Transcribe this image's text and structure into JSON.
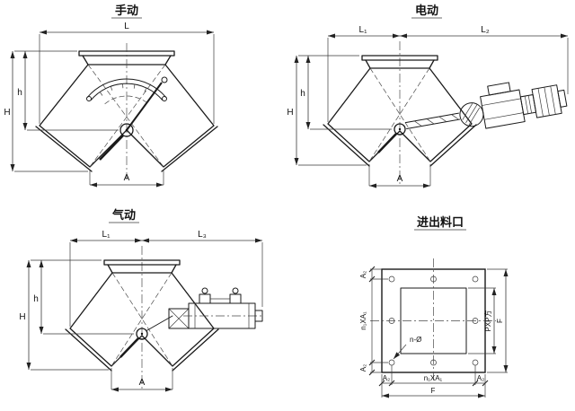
{
  "sheet": {
    "background": "#ffffff",
    "line_color": "#1a1a1a"
  },
  "manual": {
    "title": "手动",
    "dim_L": "L",
    "dim_H": "H",
    "dim_h": "h",
    "dim_A": "A"
  },
  "electric": {
    "title": "电动",
    "dim_L1": "L₁",
    "dim_L2": "L₂",
    "dim_H": "H",
    "dim_h": "h",
    "dim_A": "A"
  },
  "pneumatic": {
    "title": "气动",
    "dim_L1": "L₁",
    "dim_L3": "L₃",
    "dim_H": "H",
    "dim_h": "h",
    "dim_A": "A"
  },
  "flange": {
    "title": "进出料口",
    "dim_A2": "A₂",
    "dim_n1xA1": "n₁XA₁",
    "dim_F": "F",
    "dim_PxP": "PXP方",
    "dim_holes": "n-Ø"
  }
}
